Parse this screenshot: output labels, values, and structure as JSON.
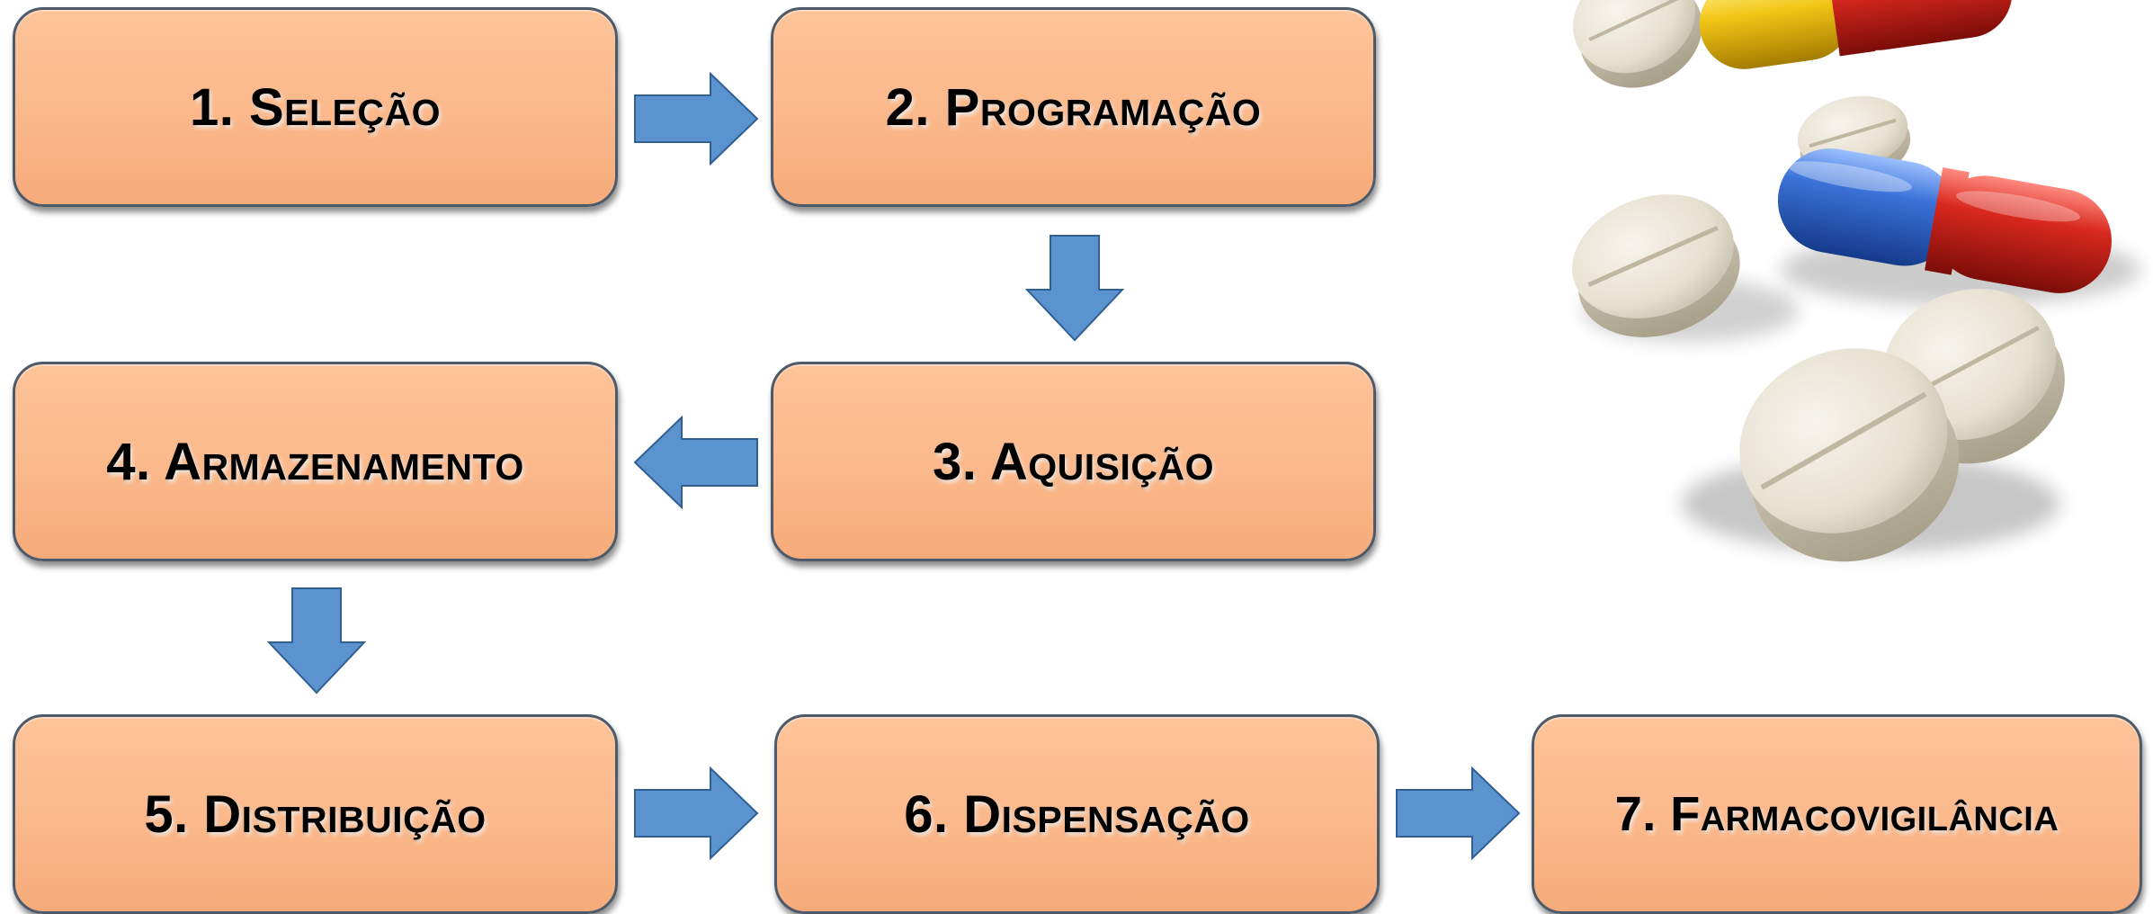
{
  "steps": [
    {
      "label": "1. Seleção"
    },
    {
      "label": "2. Programação"
    },
    {
      "label": "3. Aquisição"
    },
    {
      "label": "4. Armazenamento"
    },
    {
      "label": "5. Distribuição"
    },
    {
      "label": "6. Dispensação"
    },
    {
      "label": "7. Farmacovigilância"
    }
  ],
  "colors": {
    "box_fill": "#fbb88a",
    "box_border": "#4d5a6a",
    "arrow_fill": "#5b93cf",
    "capsule_blue": "#3a6fd0",
    "capsule_red": "#d42a22",
    "capsule_yellow": "#f1c81e",
    "tablet": "#ece7da"
  },
  "icons": {
    "connector": "block-arrow",
    "illustration": "pills-and-capsules"
  }
}
